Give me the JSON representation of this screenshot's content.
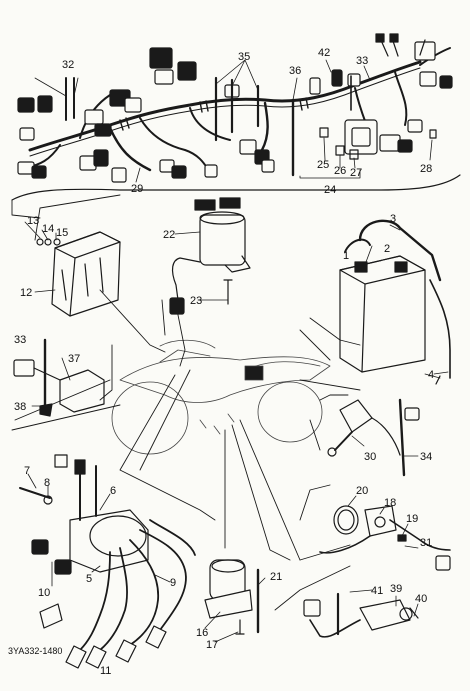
{
  "diagram": {
    "drawing_code": "3YA332-1480",
    "ink": "#1a1a1a",
    "paper": "#fbfbf7",
    "callouts": [
      {
        "id": "c1",
        "label": "1"
      },
      {
        "id": "c2",
        "label": "2"
      },
      {
        "id": "c3",
        "label": "3"
      },
      {
        "id": "c4",
        "label": "4"
      },
      {
        "id": "c5",
        "label": "5"
      },
      {
        "id": "c6",
        "label": "6"
      },
      {
        "id": "c7",
        "label": "7"
      },
      {
        "id": "c8",
        "label": "8"
      },
      {
        "id": "c9",
        "label": "9"
      },
      {
        "id": "c10",
        "label": "10"
      },
      {
        "id": "c11",
        "label": "11"
      },
      {
        "id": "c12",
        "label": "12"
      },
      {
        "id": "c13",
        "label": "13"
      },
      {
        "id": "c14",
        "label": "14"
      },
      {
        "id": "c15",
        "label": "15"
      },
      {
        "id": "c16",
        "label": "16"
      },
      {
        "id": "c17",
        "label": "17"
      },
      {
        "id": "c18",
        "label": "18"
      },
      {
        "id": "c19",
        "label": "19"
      },
      {
        "id": "c20",
        "label": "20"
      },
      {
        "id": "c21",
        "label": "21"
      },
      {
        "id": "c22",
        "label": "22"
      },
      {
        "id": "c23",
        "label": "23"
      },
      {
        "id": "c24",
        "label": "24"
      },
      {
        "id": "c25",
        "label": "25"
      },
      {
        "id": "c26",
        "label": "26"
      },
      {
        "id": "c27",
        "label": "27"
      },
      {
        "id": "c28",
        "label": "28"
      },
      {
        "id": "c29",
        "label": "29"
      },
      {
        "id": "c30",
        "label": "30"
      },
      {
        "id": "c31",
        "label": "31"
      },
      {
        "id": "c32",
        "label": "32"
      },
      {
        "id": "c33a",
        "label": "33"
      },
      {
        "id": "c33b",
        "label": "33"
      },
      {
        "id": "c34",
        "label": "34"
      },
      {
        "id": "c35",
        "label": "35"
      },
      {
        "id": "c36",
        "label": "36"
      },
      {
        "id": "c37",
        "label": "37"
      },
      {
        "id": "c38",
        "label": "38"
      },
      {
        "id": "c39",
        "label": "39"
      },
      {
        "id": "c40",
        "label": "40"
      },
      {
        "id": "c41",
        "label": "41"
      },
      {
        "id": "c42",
        "label": "42"
      }
    ]
  }
}
